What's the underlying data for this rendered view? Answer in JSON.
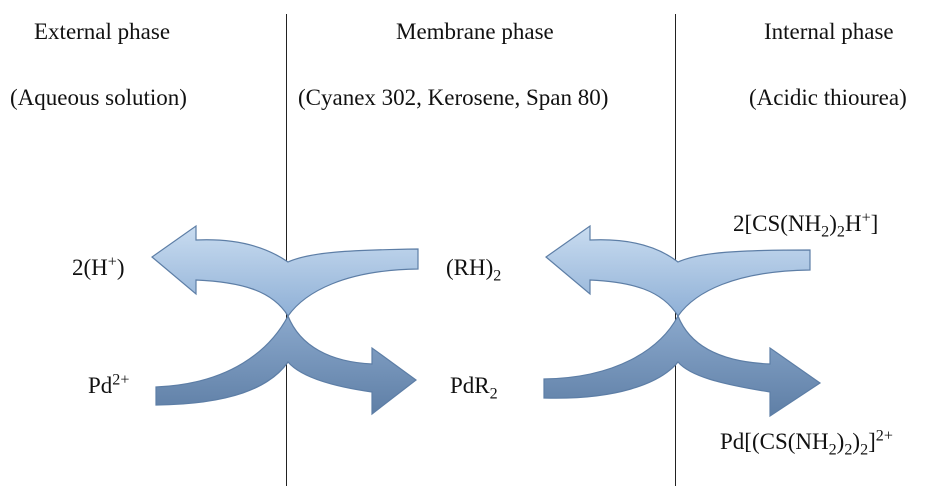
{
  "headers": {
    "external": {
      "title": "External phase",
      "subtitle": "(Aqueous solution)"
    },
    "membrane": {
      "title": "Membrane phase",
      "subtitle": "(Cyanex 302, Kerosene, Span 80)"
    },
    "internal": {
      "title": "Internal phase",
      "subtitle": "(Acidic thiourea)"
    }
  },
  "species": {
    "h_ion": {
      "pre": "2(H",
      "sup": "+",
      "post": ")"
    },
    "pd_ion": {
      "pre": "Pd",
      "sup": "2+"
    },
    "rh2": {
      "pre": "(RH)",
      "sub": "2"
    },
    "pdr2": {
      "pre": "PdR",
      "sub": "2"
    },
    "thiourea": {
      "a": "2[CS(NH",
      "b": "2",
      "c": ")",
      "d": "2",
      "e": "H",
      "f": "+",
      "g": "]"
    },
    "pd_complex": {
      "a": "Pd[(CS(NH",
      "b": "2",
      "c": ")",
      "d": "2",
      "e": ")",
      "f": "2",
      "g": "]",
      "h": "2+"
    }
  },
  "colors": {
    "arrow_top": "#aac3e2",
    "arrow_bottom": "#6f8fb3",
    "arrow_edge": "#5d7ea6",
    "divider": "#222222"
  }
}
